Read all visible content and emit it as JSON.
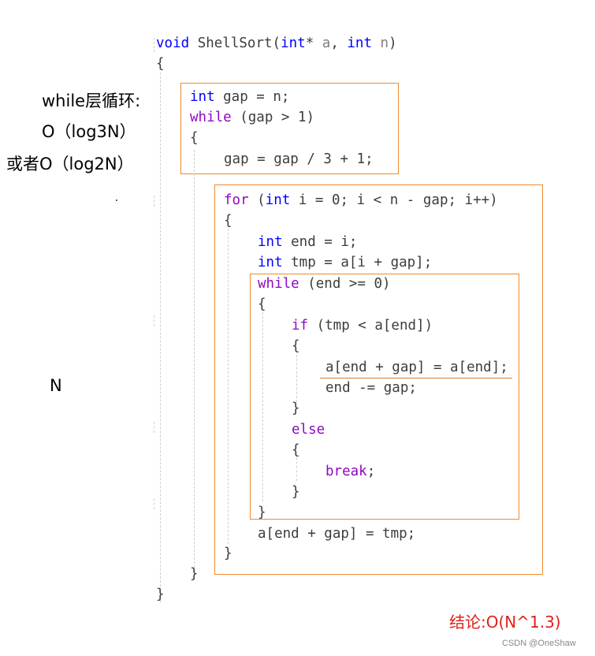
{
  "code": {
    "sig_void": "void",
    "sig_name": "ShellSort",
    "sig_open": "(",
    "sig_int1": "int",
    "sig_star": "* ",
    "sig_a": "a",
    "sig_comma": ", ",
    "sig_int2": "int",
    "sig_n": "n",
    "sig_close": ")",
    "open_brace": "{",
    "gap_decl_int": "int",
    "gap_decl_rest": " gap = n;",
    "while1_kw": "while",
    "while1_rest": " (gap > 1)",
    "while1_open": "{",
    "gap_update": "gap = gap / 3 + 1;",
    "for_kw": "for",
    "for_open": " (",
    "for_int": "int",
    "for_rest": " i = 0; i < n - gap; i++)",
    "for_brace": "{",
    "end_decl_int": "int",
    "end_decl_rest": " end = i;",
    "tmp_decl_int": "int",
    "tmp_decl_rest": " tmp = a[i + gap];",
    "while2_kw": "while",
    "while2_rest": " (end >= 0)",
    "while2_open": "{",
    "if_kw": "if",
    "if_rest": " (tmp < a[end])",
    "if_open": "{",
    "assign_line": "a[end + gap] = a[end];",
    "dec_line": "end -= gap;",
    "if_close": "}",
    "else_kw": "else",
    "else_open": "{",
    "break_kw": "break",
    "break_semi": ";",
    "else_close": "}",
    "while2_close": "}",
    "final_assign": "a[end + gap] = tmp;",
    "for_close": "}",
    "while1_close": "}",
    "close_brace": "}"
  },
  "notes": {
    "while_label": "while层循环:",
    "log3": "O（log3N）",
    "log2": "或者O（log2N）",
    "n_label": "N",
    "conclusion": "结论:O(N^1.3)",
    "watermark": "CSDN @OneShaw"
  },
  "colors": {
    "box_border": "#f08a2c",
    "conclusion_text": "#e0201b",
    "keyword": "#0000ff",
    "control": "#8f08c4"
  }
}
